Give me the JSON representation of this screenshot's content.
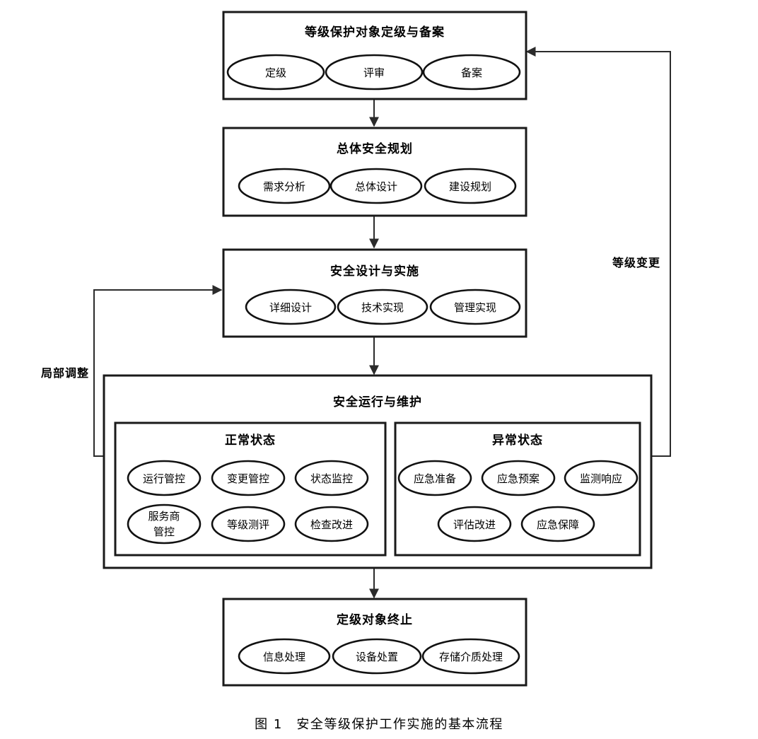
{
  "figure": {
    "caption": "图 1　安全等级保护工作实施的基本流程"
  },
  "stages": [
    {
      "id": "grading-filing",
      "title": "等级保护对象定级与备案",
      "items": [
        {
          "label": "定级"
        },
        {
          "label": "评审"
        },
        {
          "label": "备案"
        }
      ]
    },
    {
      "id": "overall-security-planning",
      "title": "总体安全规划",
      "items": [
        {
          "label": "需求分析"
        },
        {
          "label": "总体设计"
        },
        {
          "label": "建设规划"
        }
      ]
    },
    {
      "id": "security-design-implementation",
      "title": "安全设计与实施",
      "items": [
        {
          "label": "详细设计"
        },
        {
          "label": "技术实现"
        },
        {
          "label": "管理实现"
        }
      ]
    },
    {
      "id": "secure-operation-maintenance",
      "title": "安全运行与维护",
      "subgroups": [
        {
          "id": "normal-state",
          "title": "正常状态",
          "items": [
            {
              "label": "运行管控"
            },
            {
              "label": "变更管控"
            },
            {
              "label": "状态监控"
            },
            {
              "label": "服务商\n管控"
            },
            {
              "label": "等级测评"
            },
            {
              "label": "检查改进"
            }
          ]
        },
        {
          "id": "abnormal-state",
          "title": "异常状态",
          "items": [
            {
              "label": "应急准备"
            },
            {
              "label": "应急预案"
            },
            {
              "label": "监测响应"
            },
            {
              "label": "评估改进"
            },
            {
              "label": "应急保障"
            }
          ]
        }
      ]
    },
    {
      "id": "object-termination",
      "title": "定级对象终止",
      "items": [
        {
          "label": "信息处理"
        },
        {
          "label": "设备处置"
        },
        {
          "label": "存储介质处理"
        }
      ]
    }
  ],
  "feedback_labels": {
    "level_change": "等级变更",
    "local_adjustment": "局部调整"
  },
  "colors": {
    "background": "#ffffff",
    "stroke": "#1a1a1a",
    "connector": "#2b2b2b",
    "text": "#000000"
  }
}
